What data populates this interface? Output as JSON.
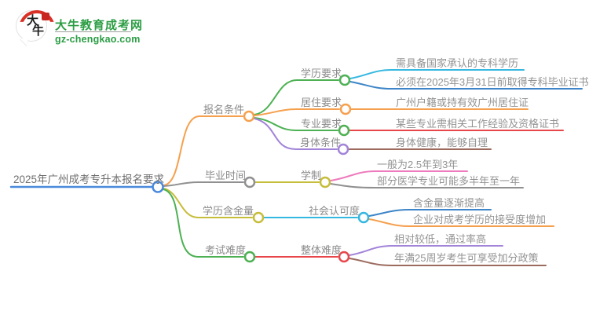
{
  "logo": {
    "icon_label": "大牛",
    "title": "大牛教育成考网",
    "subtitle": "gz-chengkao.com",
    "brand_green": "#2b9d44",
    "logo_red": "#d93026"
  },
  "root": {
    "label": "2025年广州成考专升本报名要求"
  },
  "branches": [
    {
      "label": "报名条件",
      "children": [
        {
          "label": "学历要求",
          "leaves": [
            "需具备国家承认的专科学历",
            "必须在2025年3月31日前取得专科毕业证书"
          ]
        },
        {
          "label": "居住要求",
          "leaves": [
            "广州户籍或持有效广州居住证"
          ]
        },
        {
          "label": "专业要求",
          "leaves": [
            "某些专业需相关工作经验及资格证书"
          ]
        },
        {
          "label": "身体条件",
          "leaves": [
            "身体健康，能够自理"
          ]
        }
      ]
    },
    {
      "label": "毕业时间",
      "children": [
        {
          "label": "学制",
          "leaves": [
            "一般为2.5年到3年",
            "部分医学专业可能多半年至一年"
          ]
        }
      ]
    },
    {
      "label": "学历含金量",
      "children": [
        {
          "label": "社会认可度",
          "leaves": [
            "含金量逐渐提高",
            "企业对成考学历的接受度增加"
          ]
        }
      ]
    },
    {
      "label": "考试难度",
      "children": [
        {
          "label": "整体难度",
          "leaves": [
            "相对较低，通过率高",
            "年满25周岁考生可享受加分政策"
          ]
        }
      ]
    }
  ],
  "colors": {
    "root_blue": "#4a89dc",
    "orange": "#f5a04e",
    "green": "#4db153",
    "cyan": "#35b8e0",
    "blue": "#3d85c8",
    "red": "#e7474a",
    "purple": "#a284d8",
    "brown": "#9c6b5e",
    "gray": "#909090",
    "yellow": "#c6bd3a",
    "pink": "#ee7bbd"
  }
}
